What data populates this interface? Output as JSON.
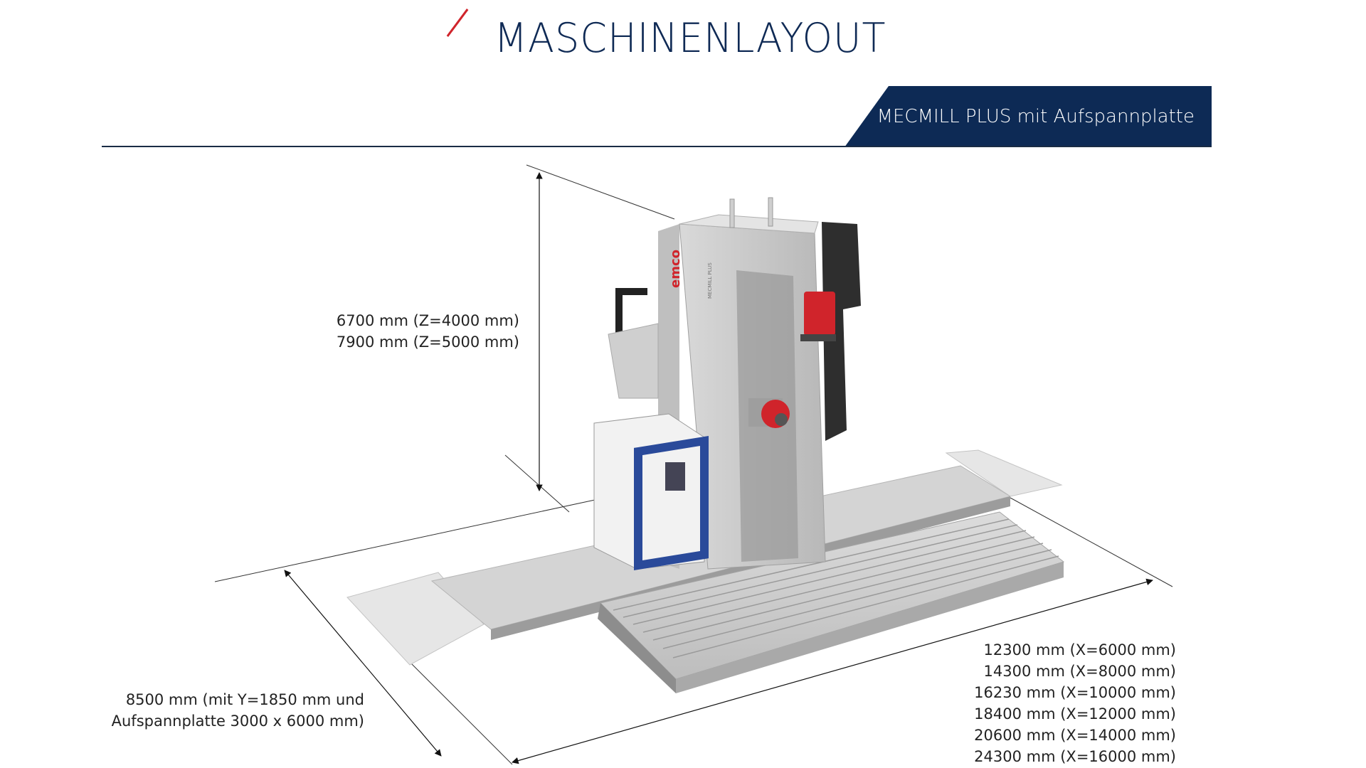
{
  "header": {
    "title": "MASCHINENLAYOUT",
    "model": "MECMILL PLUS mit Aufspannplatte"
  },
  "dimensions": {
    "height": [
      "6700 mm (Z=4000 mm)",
      "7900 mm (Z=5000 mm)"
    ],
    "depth": [
      "8500 mm (mit Y=1850 mm und",
      "Aufspannplatte 3000 x 6000 mm)"
    ],
    "length": [
      "12300 mm (X=6000 mm)",
      "14300 mm (X=8000 mm)",
      "16230 mm (X=10000 mm)",
      "18400 mm (X=12000 mm)",
      "20600 mm (X=14000 mm)",
      "24300 mm (X=16000 mm)"
    ]
  },
  "machine": {
    "brand": "emco",
    "model_label": "MECMILL PLUS"
  },
  "colors": {
    "brand_navy": "#0d2a55",
    "accent_red": "#d0242b",
    "machine_grey": "#c9c9c9",
    "operator_blue": "#2a4a9a"
  }
}
